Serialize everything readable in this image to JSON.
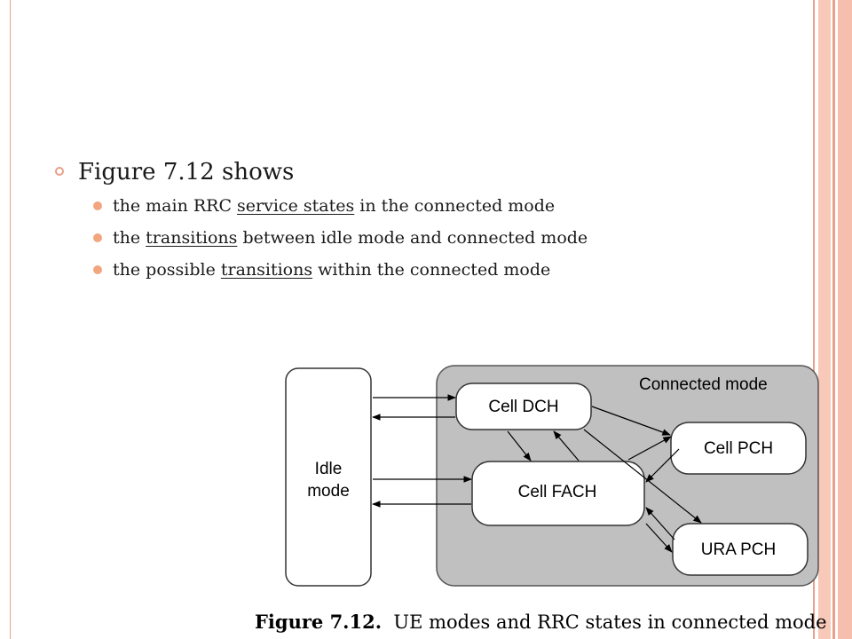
{
  "heading": "Figure 7.12 shows",
  "bullets": [
    {
      "pre": "the main RRC ",
      "u": "service states",
      "post": " in the connected mode"
    },
    {
      "pre": "the ",
      "u": "transitions",
      "post": " between idle mode and connected mode"
    },
    {
      "pre": "the possible ",
      "u": "transitions",
      "post": " within the connected mode"
    }
  ],
  "diagram": {
    "connected_mode_label": "Connected mode",
    "idle_line1": "Idle",
    "idle_line2": "mode",
    "cell_dch": "Cell DCH",
    "cell_fach": "Cell FACH",
    "cell_pch": "Cell PCH",
    "ura_pch": "URA PCH"
  },
  "caption": {
    "figure_label": "Figure 7.12.",
    "text": "UE modes and RRC states in connected mode"
  },
  "colors": {
    "accent": "#e8a08a",
    "bullet": "#f2a57e",
    "connected_bg": "#c0c0c0"
  }
}
